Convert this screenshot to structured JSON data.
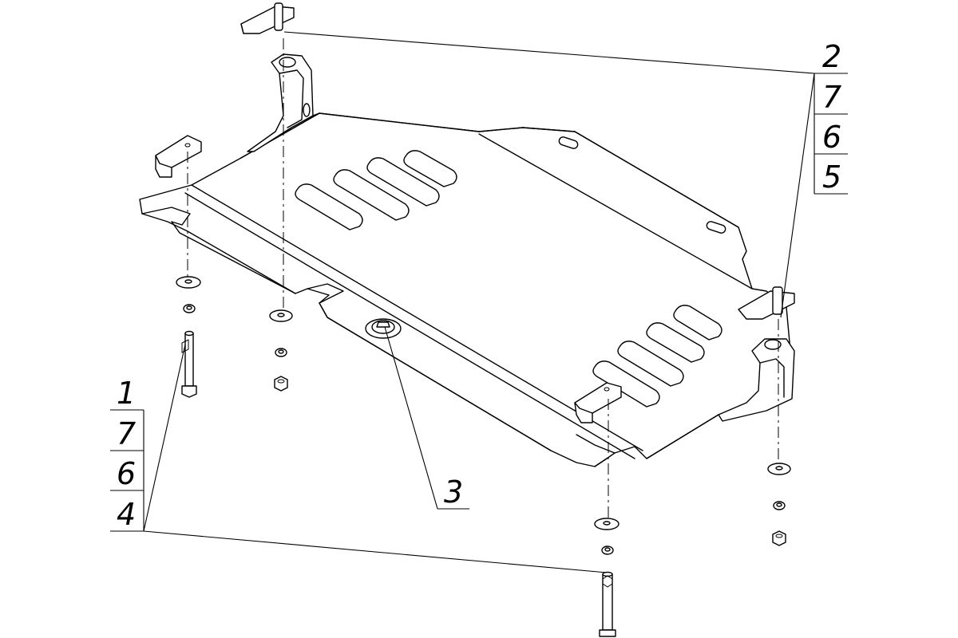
{
  "callouts": {
    "top_right": [
      "2",
      "7",
      "6",
      "5"
    ],
    "bottom_left": [
      "1",
      "7",
      "6",
      "4"
    ],
    "center": "3"
  }
}
